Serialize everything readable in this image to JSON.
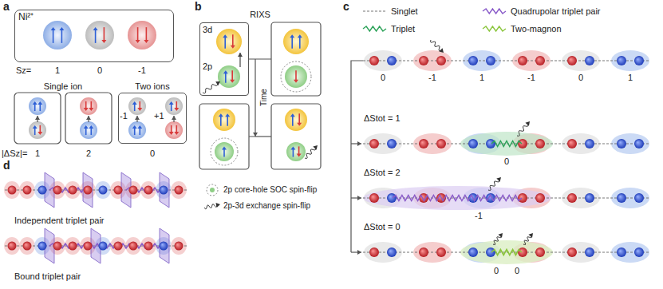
{
  "diagram": {
    "nodes": [
      {
        "text": [
          "Ni²⁺"
        ]
      },
      {
        "text": [
          "-1",
          "+1"
        ]
      },
      {
        "text": [
          "3d",
          "2p"
        ]
      }
    ],
    "labels": [
      "a",
      "Sz=",
      "1",
      "0",
      "-1",
      "Single ion",
      "Two ions",
      "|ΔSz|=",
      "1",
      "2",
      "0",
      "b",
      "RIXS",
      "Time",
      "c",
      "0",
      "-1",
      "1",
      "-1",
      "0",
      "1",
      "ΔStot = 1",
      "0",
      "ΔStot = 2",
      "-1",
      "ΔStot = 0",
      "0",
      "0",
      "d",
      "Independent triplet pair",
      "Bound triplet pair"
    ],
    "legend": [
      {
        "text": "2p core-hole SOC spin-flip"
      },
      {
        "text": "2p-3d exchange spin-flip"
      },
      {
        "text": "Singlet"
      },
      {
        "text": "Triplet"
      },
      {
        "text": "Quadrupolar triplet pair"
      },
      {
        "text": "Two-magnon"
      }
    ]
  }
}
